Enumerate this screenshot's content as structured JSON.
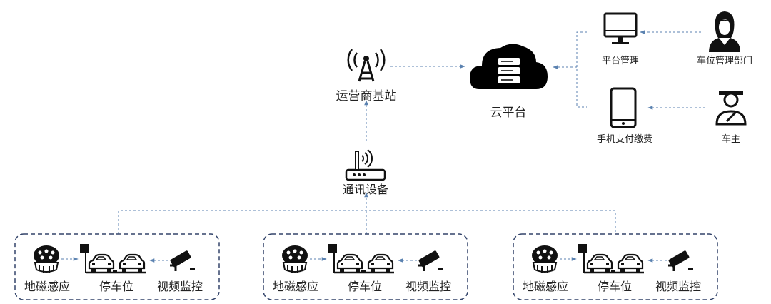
{
  "nodes": {
    "base_station": "运营商基站",
    "cloud": "云平台",
    "platform_mgmt": "平台管理",
    "parking_dept": "车位管理部门",
    "mobile_pay": "手机支付缴费",
    "car_owner": "车主",
    "comm_device": "通讯设备"
  },
  "groups": [
    {
      "sensor": "地磁感应",
      "parking": "停车位",
      "camera": "视频监控"
    },
    {
      "sensor": "地磁感应",
      "parking": "停车位",
      "camera": "视频监控"
    },
    {
      "sensor": "地磁感应",
      "parking": "停车位",
      "camera": "视频监控"
    }
  ],
  "colors": {
    "line": "#5b82b0",
    "icon": "#111111",
    "box": "#33446a"
  },
  "icons": {
    "base_station": "antenna-tower-icon",
    "cloud": "cloud-server-icon",
    "platform_mgmt": "monitor-icon",
    "parking_dept": "woman-staff-icon",
    "mobile_pay": "smartphone-icon",
    "car_owner": "driver-icon",
    "comm_device": "router-icon",
    "sensor": "magnetic-sensor-icon",
    "parking": "parking-cars-icon",
    "camera": "cctv-camera-icon"
  }
}
